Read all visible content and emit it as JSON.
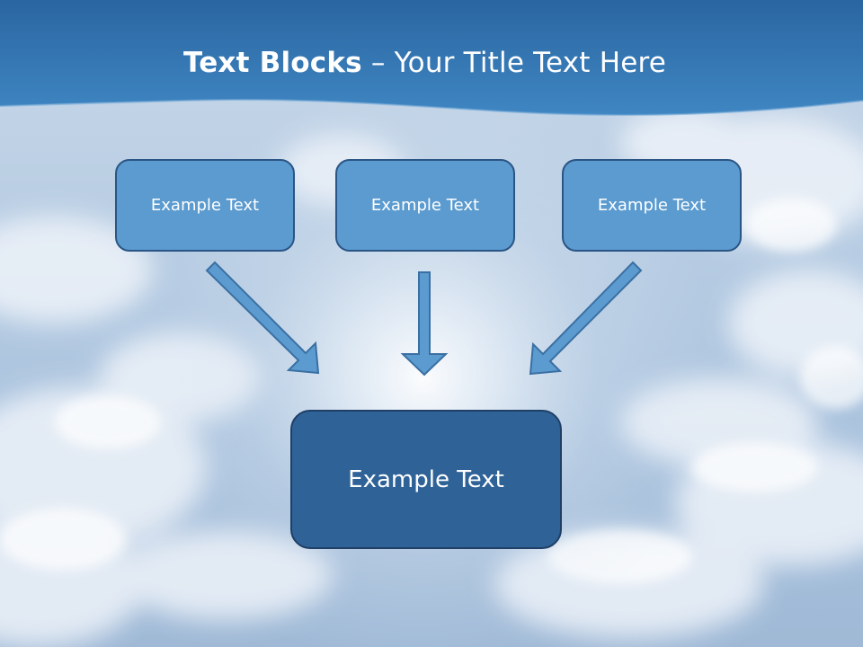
{
  "slide": {
    "title_bold": "Text Blocks",
    "title_dash": " – ",
    "title_rest": "Your Title Text Here",
    "top_boxes": [
      {
        "label": "Example Text"
      },
      {
        "label": "Example Text"
      },
      {
        "label": "Example Text"
      }
    ],
    "bottom_box": {
      "label": "Example Text"
    }
  },
  "colors": {
    "header_band": "#2f6ea8",
    "box_fill": "#5b9bd0",
    "box_border": "#2b5585",
    "big_box_fill": "#2f6297",
    "arrow_fill": "#5b9bd0",
    "arrow_stroke": "#3a6fa2"
  }
}
